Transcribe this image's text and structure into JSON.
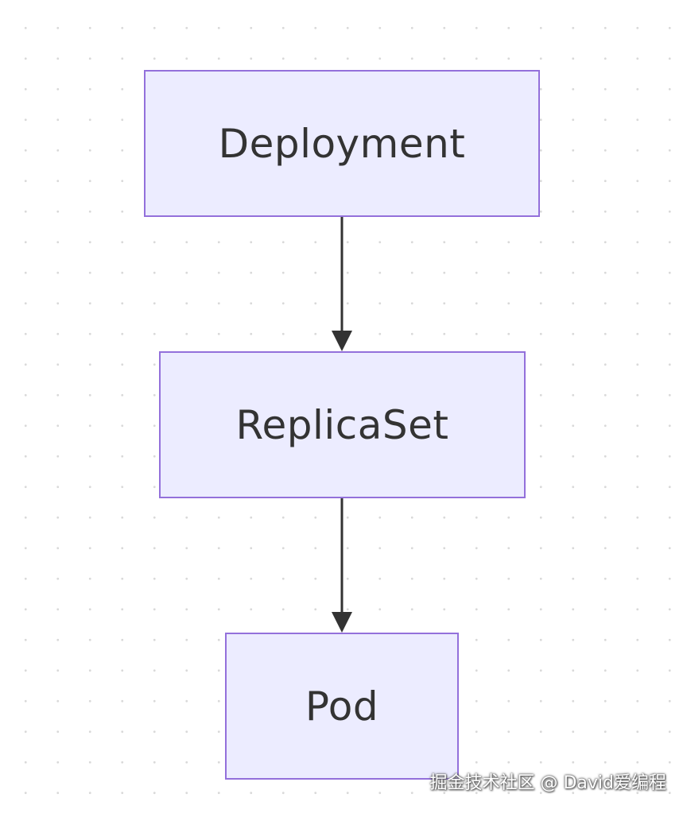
{
  "diagram": {
    "nodes": [
      {
        "id": "deployment",
        "label": "Deployment"
      },
      {
        "id": "replicaset",
        "label": "ReplicaSet"
      },
      {
        "id": "pod",
        "label": "Pod"
      }
    ],
    "edges": [
      {
        "from": "deployment",
        "to": "replicaset"
      },
      {
        "from": "replicaset",
        "to": "pod"
      }
    ],
    "colors": {
      "node_fill": "#ececff",
      "node_border": "#9370db",
      "edge": "#333333",
      "text": "#333333"
    }
  },
  "watermark": "掘金技术社区 @ David爱编程"
}
